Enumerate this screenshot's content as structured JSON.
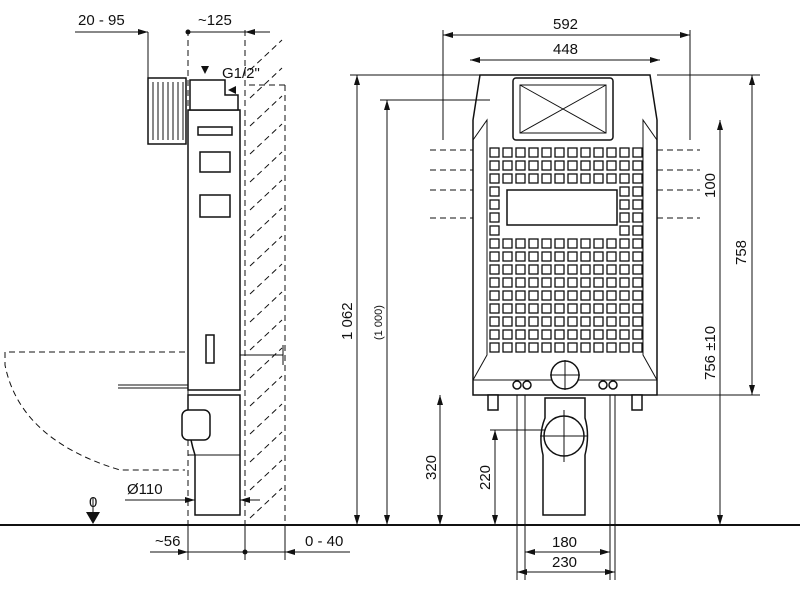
{
  "side_view": {
    "dim_projection": "20 - 95",
    "dim_depth": "~125",
    "thread": "G1/2\"",
    "floor_level": "0",
    "pipe_diameter": "Ø110",
    "dim_pipe_offset": "~56",
    "dim_wall_gap": "0 - 40"
  },
  "front_view": {
    "width_outer": "592",
    "width_inner": "448",
    "height_total": "1 062",
    "height_ref": "(1 000)",
    "water_spacing": "100",
    "height_inlet": "758",
    "height_frame": "756 ±10",
    "height_mount": "320",
    "height_drain": "220",
    "feet_inner": "180",
    "feet_outer": "230"
  }
}
